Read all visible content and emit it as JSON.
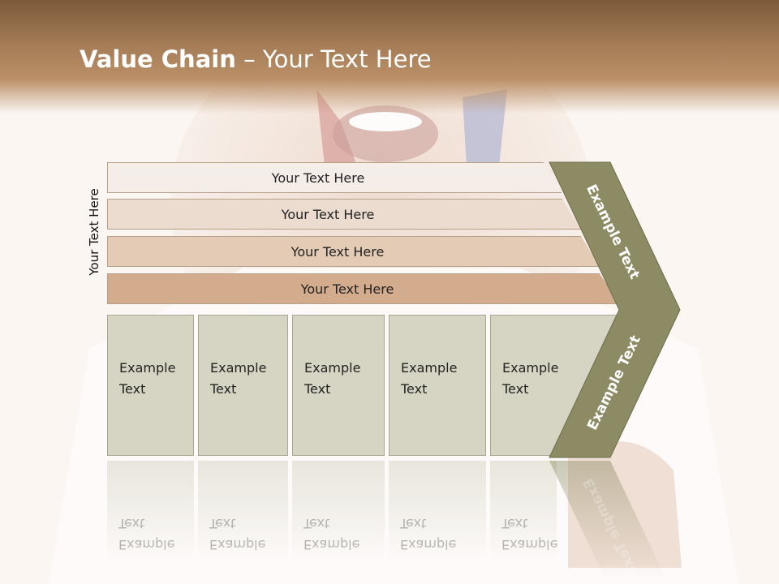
{
  "title": {
    "bold": "Value Chain",
    "rest": " – Your Text Here"
  },
  "side_label": "Your Text Here",
  "bars": [
    {
      "label": "Your Text Here",
      "color": "#f5ede8"
    },
    {
      "label": "Your Text Here",
      "color": "#ecdccf"
    },
    {
      "label": "Your Text Here",
      "color": "#e4cbb6"
    },
    {
      "label": "Your Text Here",
      "color": "#d3ac8e"
    }
  ],
  "columns": [
    {
      "text": "Example\nText"
    },
    {
      "text": "Example\nText"
    },
    {
      "text": "Example\nText"
    },
    {
      "text": "Example\nText"
    },
    {
      "text": "Example\nText"
    }
  ],
  "chevron": {
    "top_text": "Example Text",
    "bottom_text": "Example Text",
    "color": "#8c8b63"
  },
  "colors": {
    "header": "#a37b55",
    "column": "#d6d5c4"
  }
}
